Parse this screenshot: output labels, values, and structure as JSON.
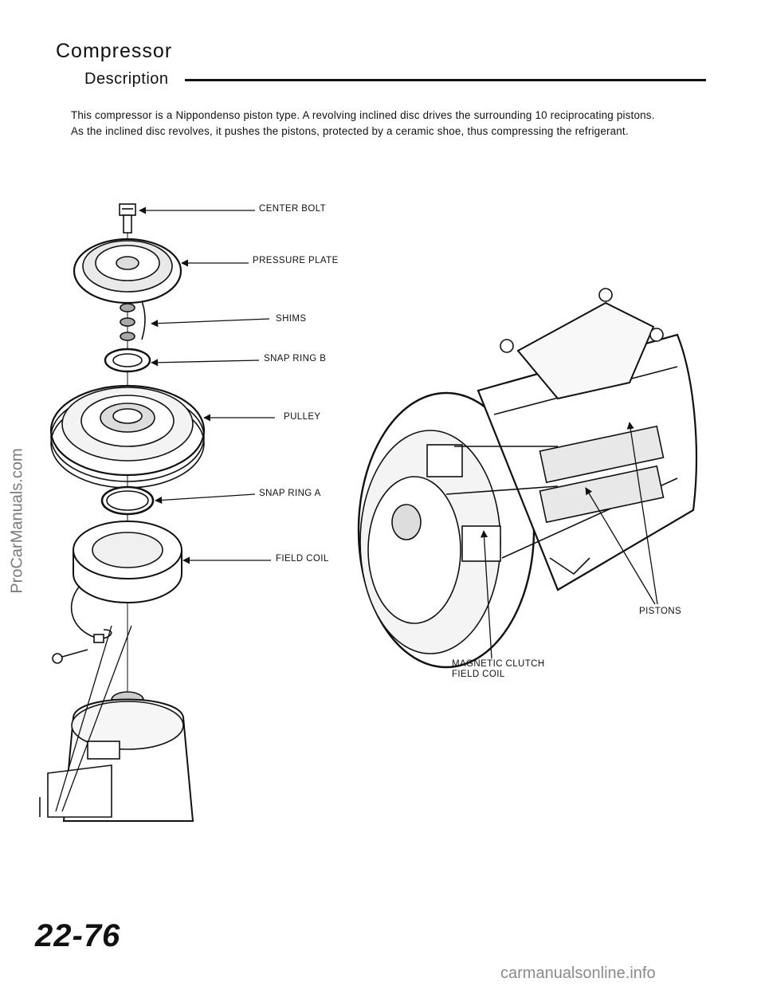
{
  "header": {
    "title": "Compressor",
    "subtitle": "Description"
  },
  "description": [
    "This compressor is a Nippondenso piston type. A revolving inclined disc drives the surrounding 10 reciprocating pistons.",
    "As the inclined disc revolves, it pushes the pistons, protected by a ceramic shoe, thus compressing the refrigerant."
  ],
  "diagram": {
    "labels": {
      "center_bolt": "CENTER BOLT",
      "pressure_plate": "PRESSURE PLATE",
      "shims": "SHIMS",
      "snap_ring_b": "SNAP RING B",
      "pulley": "PULLEY",
      "snap_ring_a": "SNAP RING A",
      "field_coil": "FIELD COIL",
      "pistons": "PISTONS",
      "magnetic_clutch_line1": "MAGNETIC CLUTCH",
      "magnetic_clutch_line2": "FIELD COIL"
    }
  },
  "footer": {
    "page_number": "22-76"
  },
  "watermarks": {
    "side": "ProCarManuals.com",
    "bottom": "carmanualsonline.info"
  }
}
